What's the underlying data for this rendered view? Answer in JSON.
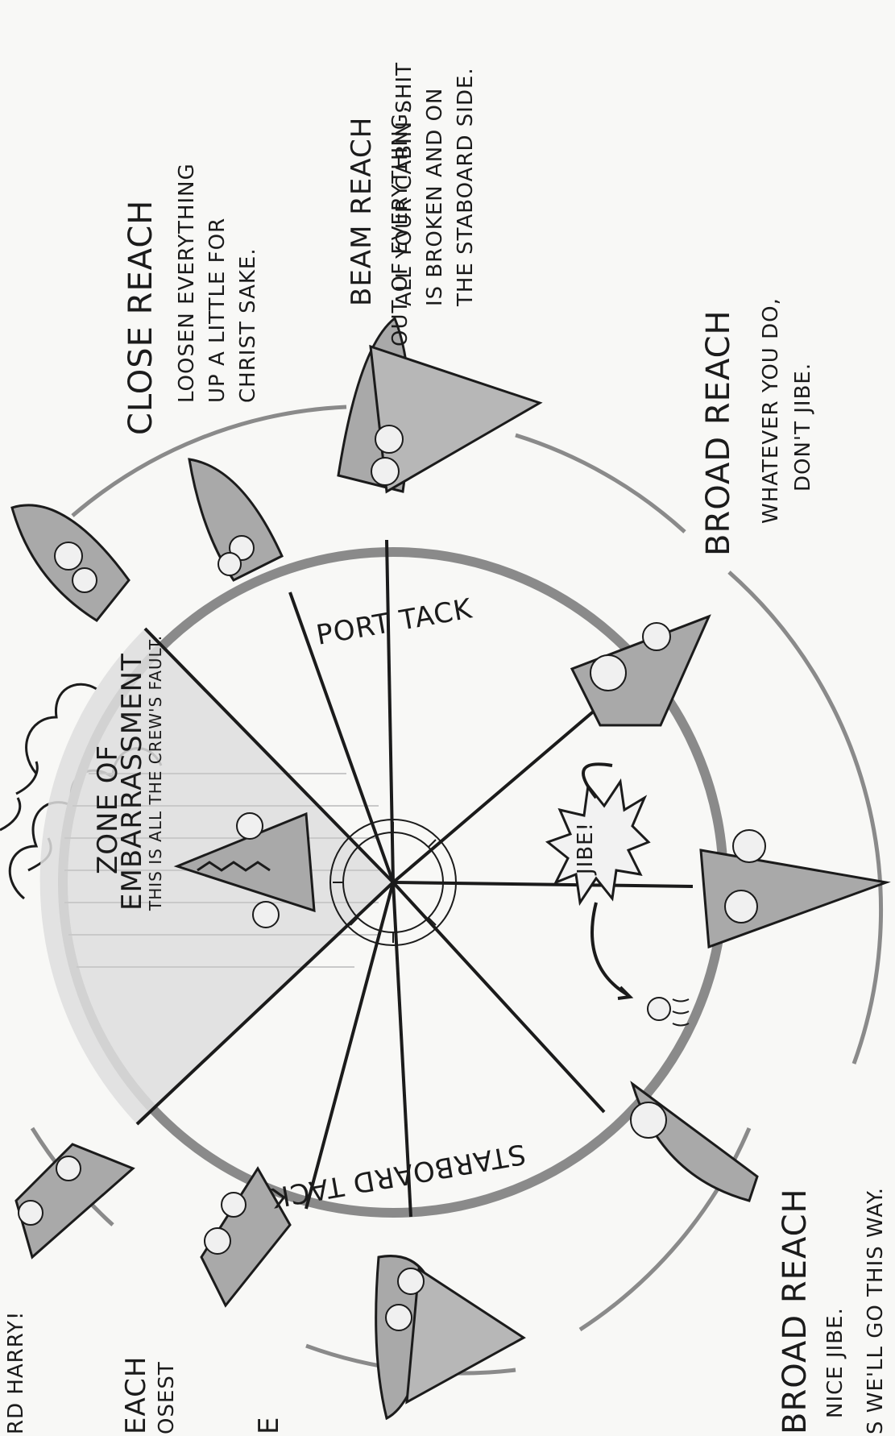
{
  "labels": {
    "out_of_everything": "OUT OF EVERYTHING,",
    "close_reach_title": "CLOSE REACH",
    "close_reach_l1": "LOOSEN EVERYTHING",
    "close_reach_l2": "UP A LITTLE FOR",
    "close_reach_l3": "CHRIST SAKE.",
    "beam_reach_title": "BEAM REACH",
    "beam_reach_l1": "ALL YOUR CABIN SHIT",
    "beam_reach_l2": "IS BROKEN AND ON",
    "beam_reach_l3": "THE STABOARD SIDE.",
    "broad_reach_port_title": "BROAD REACH",
    "broad_reach_port_l1": "WHATEVER YOU DO,",
    "broad_reach_port_l2": "DON'T JIBE.",
    "port_tack": "PORT TACK",
    "starboard_tack": "STARBOARD TACK",
    "zone_title_1": "ZONE OF",
    "zone_title_2": "EMBARRASSMENT",
    "zone_note": "THIS IS ALL THE CREW'S FAULT.",
    "jibe_burst": "JIBE!",
    "broad_reach_stbd_title": "BROAD REACH",
    "broad_reach_stbd_l1": "NICE JIBE.",
    "broad_reach_stbd_l2": "S WE'LL GO THIS WAY.",
    "hard_harry": "RD HARRY!",
    "close_hauled_fragment_1": "EACH",
    "close_hauled_fragment_2": "OSEST",
    "edge_fragment_e": "E"
  },
  "colors": {
    "ink": "#1b1b1b",
    "ring_gray": "#8a8a8a",
    "hull_gray": "#a9a9a9",
    "sail_gray": "#b7b7b7",
    "zone_gray": "#dedede",
    "paper": "#f8f8f6"
  },
  "icons": [
    "boat-icon",
    "sail-icon",
    "stick-figure-icon",
    "compass-rose-icon",
    "cloud-icon",
    "jibe-burst-icon"
  ]
}
